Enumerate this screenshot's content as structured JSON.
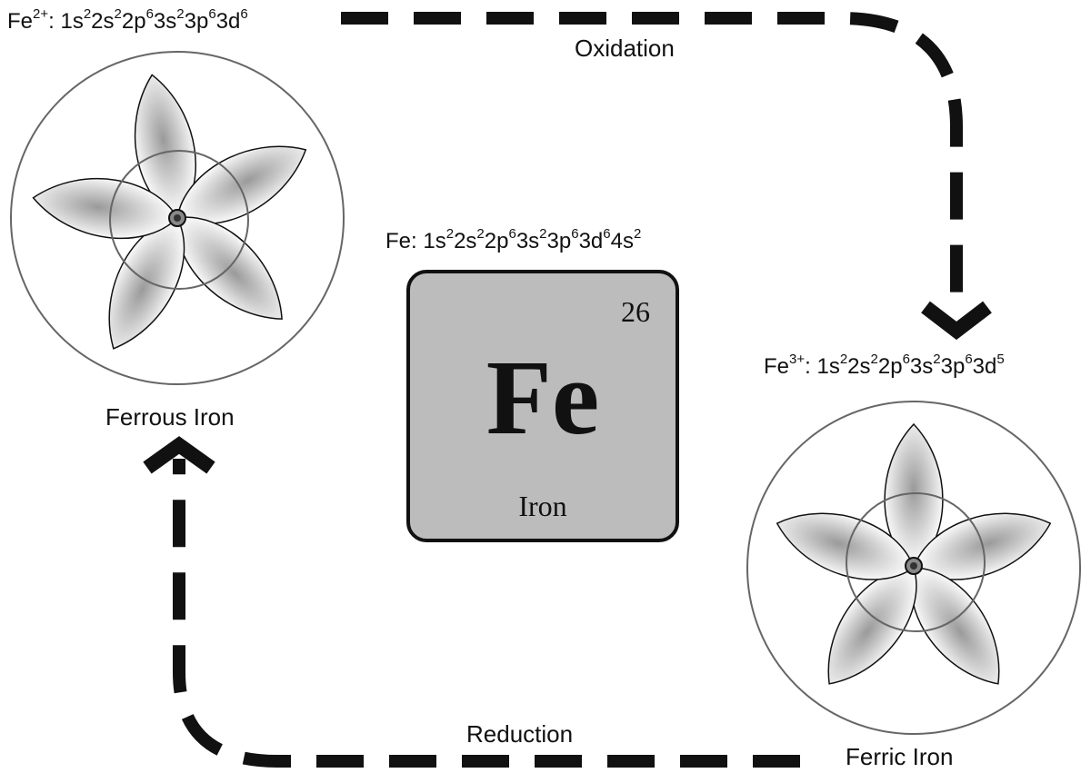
{
  "configs": {
    "ferrous": {
      "symbol": "Fe",
      "charge": "2+",
      "parts": [
        [
          "1s",
          "2"
        ],
        [
          "2s",
          "2"
        ],
        [
          "2p",
          "6"
        ],
        [
          "3s",
          "2"
        ],
        [
          "3p",
          "6"
        ],
        [
          "3d",
          "6"
        ]
      ]
    },
    "neutral": {
      "symbol": "Fe",
      "charge": "",
      "parts": [
        [
          "1s",
          "2"
        ],
        [
          "2s",
          "2"
        ],
        [
          "2p",
          "6"
        ],
        [
          "3s",
          "2"
        ],
        [
          "3p",
          "6"
        ],
        [
          "3d",
          "6"
        ],
        [
          "4s",
          "2"
        ]
      ]
    },
    "ferric": {
      "symbol": "Fe",
      "charge": "3+",
      "parts": [
        [
          "1s",
          "2"
        ],
        [
          "2s",
          "2"
        ],
        [
          "2p",
          "6"
        ],
        [
          "3s",
          "2"
        ],
        [
          "3p",
          "6"
        ],
        [
          "3d",
          "5"
        ]
      ]
    }
  },
  "labels": {
    "oxidation": "Oxidation",
    "reduction": "Reduction",
    "ferrous": "Ferrous Iron",
    "ferric": "Ferric Iron"
  },
  "element": {
    "atomic_number": "26",
    "symbol": "Fe",
    "name": "Iron"
  },
  "colors": {
    "tile_fill": "#bcbcbc",
    "outline": "#111111",
    "orbital_shade": "#9a9a9a"
  }
}
